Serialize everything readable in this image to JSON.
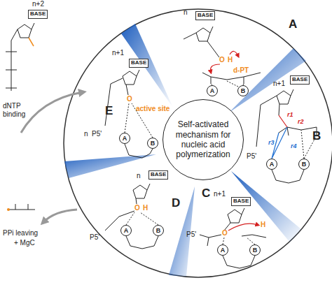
{
  "diagram": {
    "nodes": [
      {
        "text": [
          "Self-activated mechanism for nucleic acid polymerization"
        ]
      },
      {
        "text": [
          "A"
        ]
      },
      {
        "text": [
          "B"
        ]
      },
      {
        "text": [
          "A"
        ]
      },
      {
        "text": [
          "B"
        ]
      },
      {
        "text": [
          "A"
        ]
      },
      {
        "text": [
          "B"
        ]
      },
      {
        "text": [
          "A"
        ]
      },
      {
        "text": [
          "B"
        ]
      },
      {
        "text": [
          "A"
        ]
      },
      {
        "text": [
          "B"
        ]
      }
    ],
    "labels": [
      "n+2",
      "BASE",
      "dNTP binding",
      "PPi leaving",
      "+ MgC",
      "A",
      "n",
      "BASE",
      "O",
      "H",
      "d-PT",
      "B",
      "n+1",
      "BASE",
      "r1",
      "r2",
      "r3",
      "r4",
      "P5'",
      "C",
      "n+1",
      "BASE",
      "O",
      "H",
      "P5'",
      "D",
      "n",
      "BASE",
      "O",
      "H",
      "P5'",
      "E",
      "n+1",
      "BASE",
      "O",
      "active site",
      "n",
      "P5'"
    ]
  }
}
